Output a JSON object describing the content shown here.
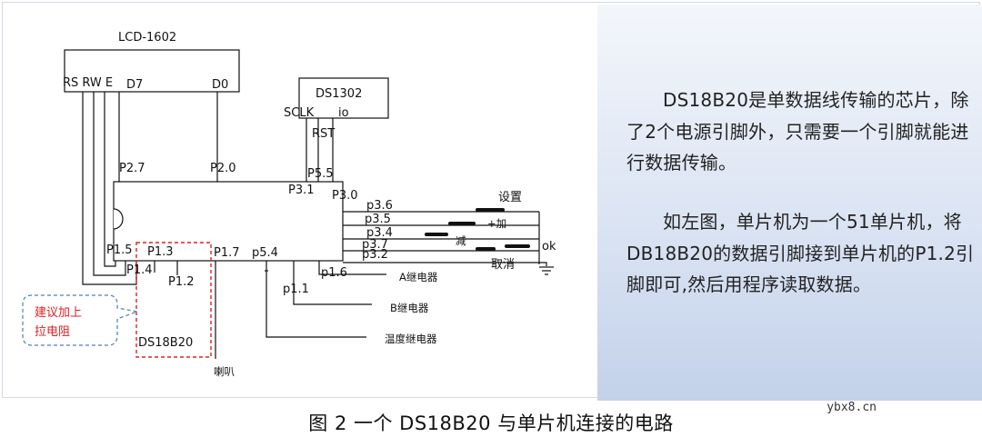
{
  "schematic": {
    "lcd_title": "LCD-1602",
    "lcd_pins": {
      "rs_rw_e": "RS RW E",
      "d7": "D7",
      "d0": "D0"
    },
    "ds1302_title": "DS1302",
    "ds1302_pins": {
      "sclk": "SCLK",
      "io": "io",
      "rst": "RST"
    },
    "mcu_pins": {
      "p27": "P2.7",
      "p20": "P2.0",
      "p55": "P5.5",
      "p31": "P3.1",
      "p30": "P3.0",
      "p36": "p3.6",
      "p35": "p3.5",
      "p34": "p3.4",
      "p37": "p3.7",
      "p32": "p3.2",
      "p15": "P1.5",
      "p14": "P1.4",
      "p13": "P1.3",
      "p12": "P1.2",
      "p17": "P1.7",
      "p54": "p5.4",
      "p16": "p1.6",
      "p11": "p1.1"
    },
    "buttons": {
      "setting": "设置",
      "plus": "+加",
      "minus": "减",
      "ok": "ok",
      "cancel": "取消"
    },
    "relays": {
      "a": "A继电器",
      "b": "B继电器",
      "temp": "温度继电器"
    },
    "speaker": "喇叭",
    "sensor": "DS18B20",
    "note_line1": "建议加上",
    "note_line2": "拉电阻"
  },
  "description": {
    "para1": "DS18B20是单数据线传输的芯片，除了2个电源引脚外，只需要一个引脚就能进行数据传输。",
    "para2": "如左图，单片机为一个51单片机，将DB18B20的数据引脚接到单片机的P1.2引脚即可,然后用程序读取数据。"
  },
  "caption": "图 2 一个 DS18B20 与单片机连接的电路",
  "watermark": "ybx8.cn"
}
